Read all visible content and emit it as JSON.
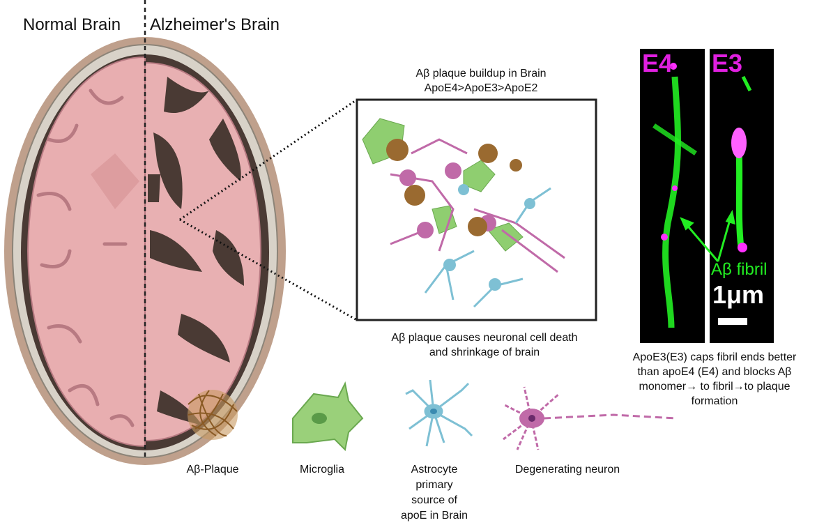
{
  "titles": {
    "normal": "Normal Brain",
    "alzheimers": "Alzheimer's Brain"
  },
  "inset": {
    "top_line1": "Aβ plaque buildup in Brain",
    "top_line2": "ApoE4>ApoE3>ApoE2",
    "bottom_line1": "Aβ plaque causes neuronal cell death",
    "bottom_line2": "and shrinkage of brain"
  },
  "microscopy": {
    "panel_left": "E4",
    "panel_right": "E3",
    "fibril_label": "Aβ fibril",
    "scale_label": "1μm",
    "caption": [
      "ApoE3(E3) caps fibril ends better",
      "than apoE4 (E4) and blocks Aβ",
      "monomer→ to fibril→to plaque",
      "formation"
    ],
    "colors": {
      "label": "#e020e0",
      "fibril": "#22ee22"
    }
  },
  "legend": [
    {
      "label": "Aβ-Plaque",
      "icon": "plaque-icon"
    },
    {
      "label": "Microglia",
      "icon": "microglia-icon"
    },
    {
      "label_lines": [
        "Astrocyte",
        "primary",
        "source of",
        "apoE in Brain"
      ],
      "icon": "astrocyte-icon"
    },
    {
      "label": "Degenerating neuron",
      "icon": "neuron-icon"
    }
  ]
}
